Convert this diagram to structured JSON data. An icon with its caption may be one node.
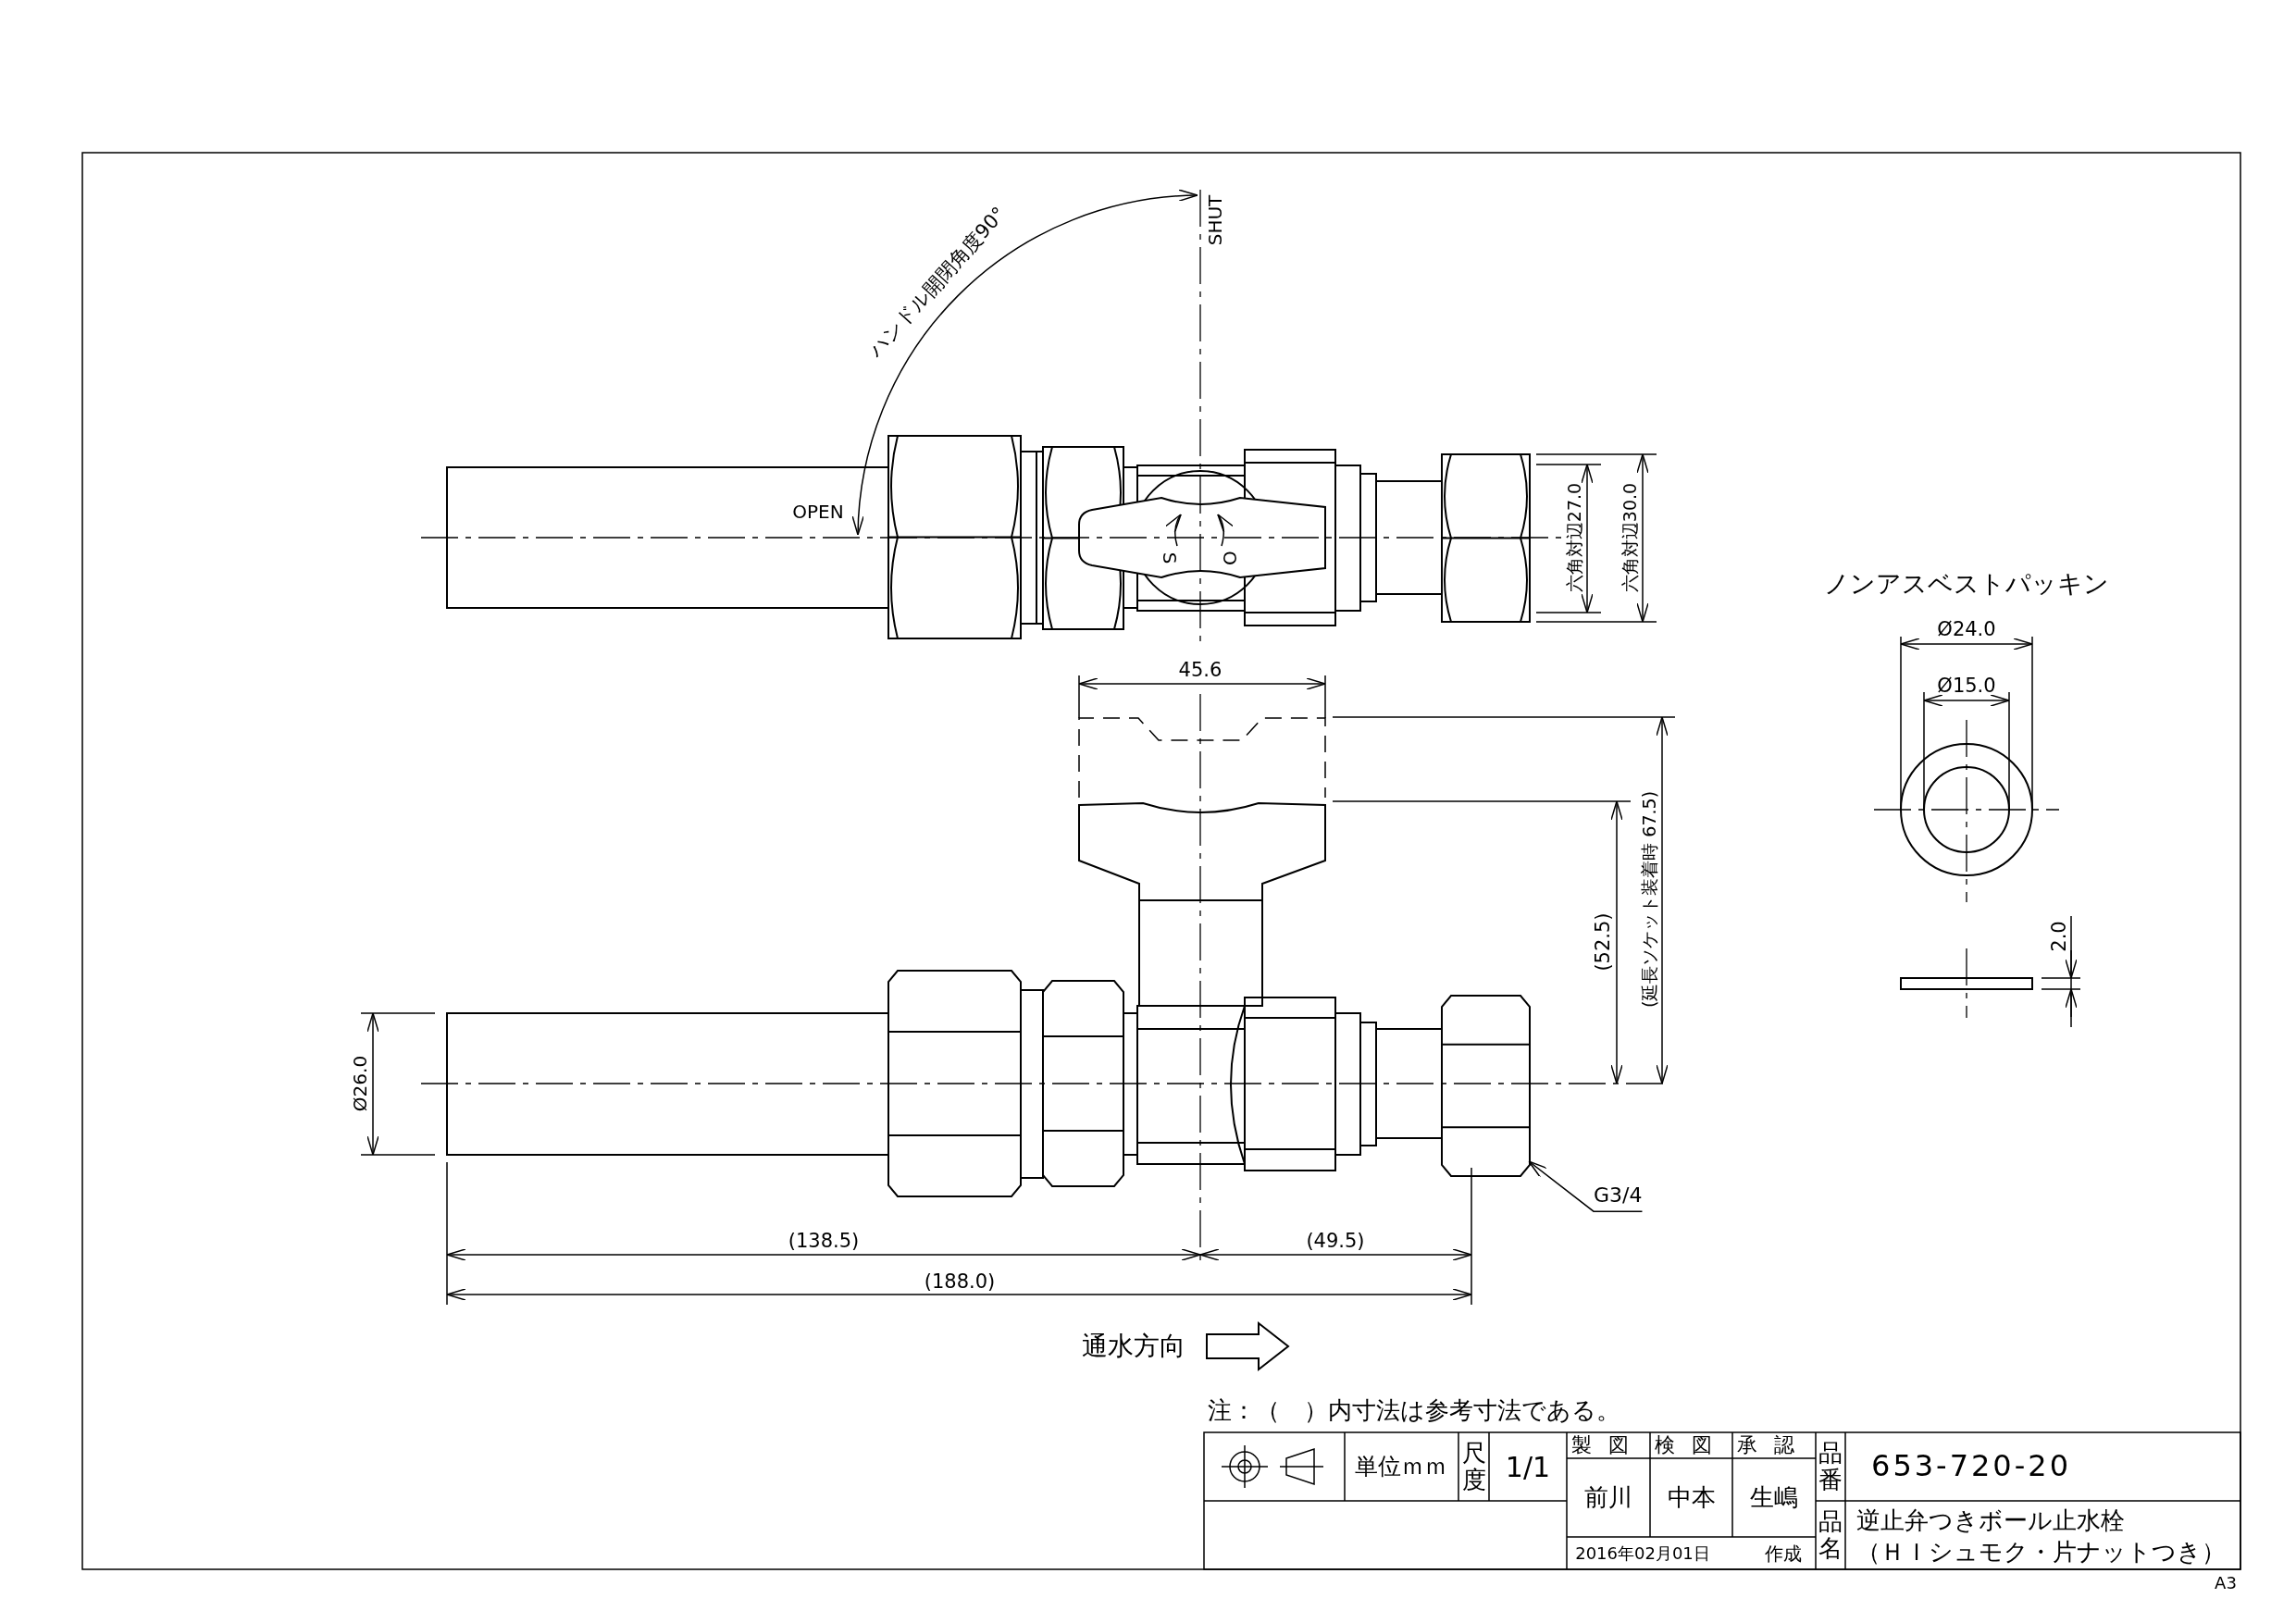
{
  "diagram": {
    "nodes": [
      {
        "text": [
          "G3/4"
        ]
      },
      {
        "text": [],
        "shape": "picture"
      }
    ],
    "edges": [
      {
        "from": 0,
        "to": 1,
        "arrow": "to"
      }
    ],
    "labels": [
      "SHUT",
      "ハンドル開閉角度90°",
      "OPEN",
      "S",
      "O",
      "六角対辺27.0",
      "六角対辺30.0",
      "ノンアスベストパッキン",
      "45.6",
      "Ø24.0",
      "Ø15.0",
      "(52.5)",
      "(延長ソケット装着時 67.5)",
      "2.0",
      "Ø26.0",
      "(138.5)",
      "(49.5)",
      "(188.0)",
      "通水方向",
      "注：（　）内寸法は参考寸法である。",
      "単位ｍｍ",
      "尺度",
      "1/1",
      "製図",
      "検図",
      "承認",
      "品番",
      "653-720-20",
      "前川",
      "中本",
      "生嶋",
      "2016年02月01日",
      "作成",
      "品名",
      "逆止弁つきボール止水栓（ＨＩシュモク・片ナットつき）",
      "A3"
    ]
  }
}
